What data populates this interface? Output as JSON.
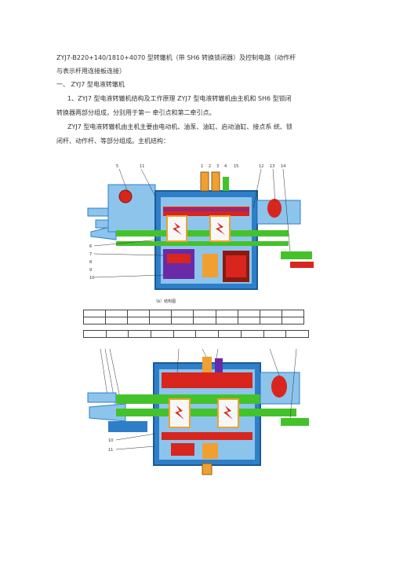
{
  "document": {
    "title_line1": "ZYJ7-B220+140/1810+4070 型转辙机（带  SH6 转换锁闭器）及控制电路（动作杆",
    "title_line2": "与表示杆用连接板连接）",
    "section_heading": "一、   ZYJ7 型电液转辙机",
    "para1_line1": "1、ZYJ7 型电液转辙机结构及工作原理  ZYJ7 型电液转辙机由主机和  SH6 型锁闭",
    "para1_line2": "转换器两部分组成，分别用于第一  牵引点和第二牵引点。",
    "para2_line1": "ZYJ7 型电液转辙机由主机主要由电动机、油泵、油缸、启动油缸、接点系  统、锁",
    "para2_line2": "闭杆、动作杆、等部分组成。主机结构："
  },
  "figure1": {
    "caption": "（b）结构图",
    "callouts_top": [
      "5",
      "11",
      "1",
      "2",
      "3",
      "4",
      "15",
      "12",
      "13",
      "14"
    ],
    "callouts_bottom": [
      "6",
      "7",
      "8",
      "9",
      "10"
    ]
  },
  "figure2": {
    "callouts_left": [
      "10",
      "11"
    ]
  },
  "colors": {
    "frame_blue": "#2f7fc8",
    "light_blue": "#8cc4ec",
    "red": "#d8261e",
    "green": "#44c22a",
    "orange": "#f0a030",
    "dark_red": "#8a1a10",
    "purple": "#6a2aa8"
  }
}
